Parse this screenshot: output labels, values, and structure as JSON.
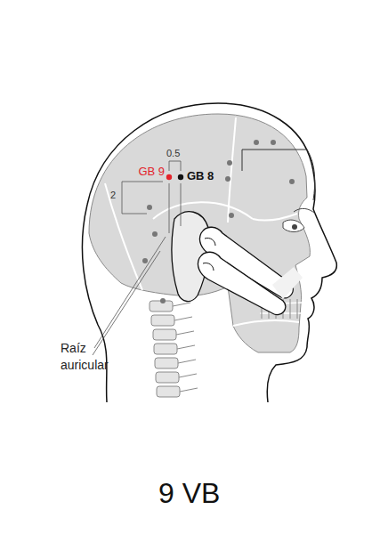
{
  "diagram": {
    "caption": "9 VB",
    "labels": [
      "0.5",
      "GB 9",
      "GB 8",
      "2",
      "Raíz auricular"
    ]
  }
}
